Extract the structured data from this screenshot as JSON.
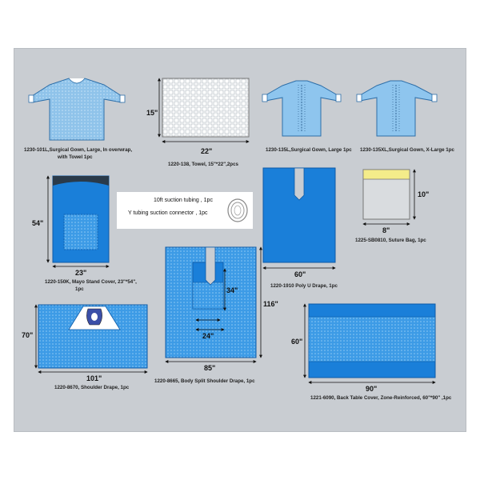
{
  "colors": {
    "board": "#c9cdd2",
    "drape_blue": "#1a7fd9",
    "drape_light": "#4fb3ee",
    "gown_blue": "#8cc4ec",
    "towel_grid": "#cfd5dc",
    "suture_yellow": "#f4ec8a"
  },
  "items": {
    "gown_101l": {
      "label_l1": "1230-101L,Surgical Gown, Large, In overwrap,",
      "label_l2": "with Towel  1pc"
    },
    "towel": {
      "label": "1220-138, Towel, 15\"*22\",2pcs",
      "height": "15\"",
      "width": "22\""
    },
    "gown_135l": {
      "label": "1230-135L,Surgical Gown, Large 1pc"
    },
    "gown_135xl": {
      "label": "1230-135XL,Surgical Gown, X-Large 1pc"
    },
    "mayo": {
      "label_l1": "1220-150K, Mayo Stand Cover, 23\"*54\",",
      "label_l2": "1pc",
      "height": "54\"",
      "width": "23\""
    },
    "tubing": {
      "line1": "10ft suction tubing , 1pc",
      "line2": "Y tubing suction connector , 1pc"
    },
    "poly_u": {
      "label": "1220-1910  Poly U Drape, 1pc",
      "width": "60\""
    },
    "suture_bag": {
      "label": "1225-SB0810, Suture Bag, 1pc",
      "height": "10\"",
      "width": "8\""
    },
    "shoulder": {
      "label": "1220-8670, Shoulder Drape, 1pc",
      "height": "70\"",
      "width": "101\""
    },
    "split": {
      "label": "1220-8665, Body Split Shoulder Drape, 1pc",
      "height": "116\"",
      "width": "85\"",
      "inner_h": "34\"",
      "inner_w": "24\""
    },
    "back_table": {
      "label": "1221-6090, Back Table Cover, Zone-Reinforced, 60\"*90\" ,1pc",
      "height": "60\"",
      "width": "90\""
    }
  }
}
